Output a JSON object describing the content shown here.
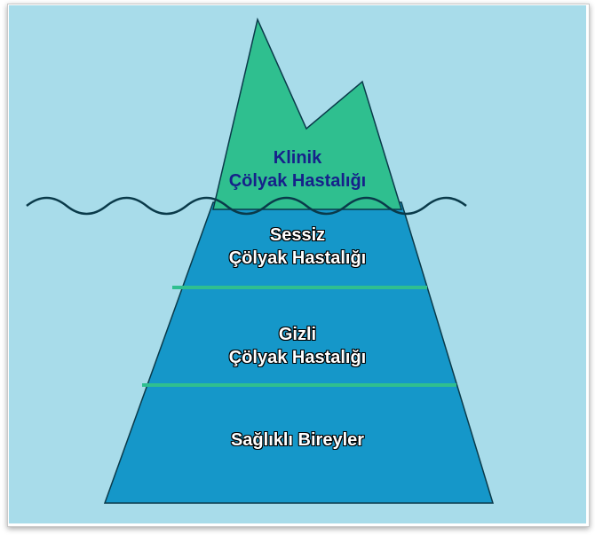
{
  "colors": {
    "sky": "#a8dcea",
    "peak": "#2fbf8f",
    "water": "#1597c9",
    "divider": "#2fbf8f",
    "outline": "#0a3a4a",
    "label_peak": "#16218a"
  },
  "tiers": [
    {
      "line1": "Klinik",
      "line2": "Çölyak Hastalığı"
    },
    {
      "line1": "Sessiz",
      "line2": "Çölyak Hastalığı"
    },
    {
      "line1": "Gizli",
      "line2": "Çölyak Hastalığı"
    },
    {
      "line1": "Sağlıklı Bireyler",
      "line2": ""
    }
  ]
}
